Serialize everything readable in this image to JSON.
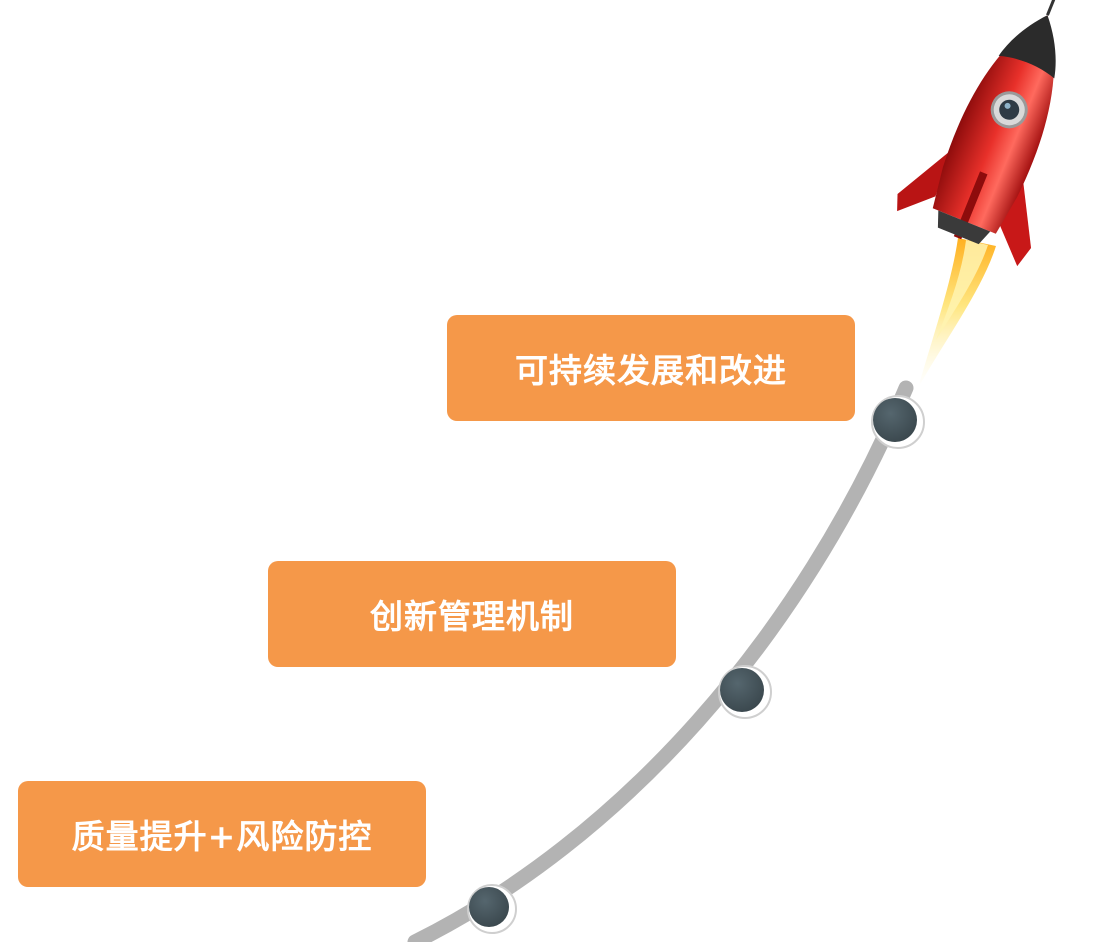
{
  "colors": {
    "box_fill": "#F59849",
    "box_text": "#FFFFFF",
    "track": "#B3B3B3",
    "node": "#44535A",
    "node_ring": "#FFFFFF",
    "rocket_body": "#D81E1E",
    "rocket_nose": "#2B2B2B",
    "flame": "#FFD966"
  },
  "icons": {
    "rocket": "rocket-icon"
  },
  "stages": [
    {
      "label": "可持续发展和改进"
    },
    {
      "label": "创新管理机制"
    },
    {
      "label": "质量提升+风险防控"
    }
  ]
}
